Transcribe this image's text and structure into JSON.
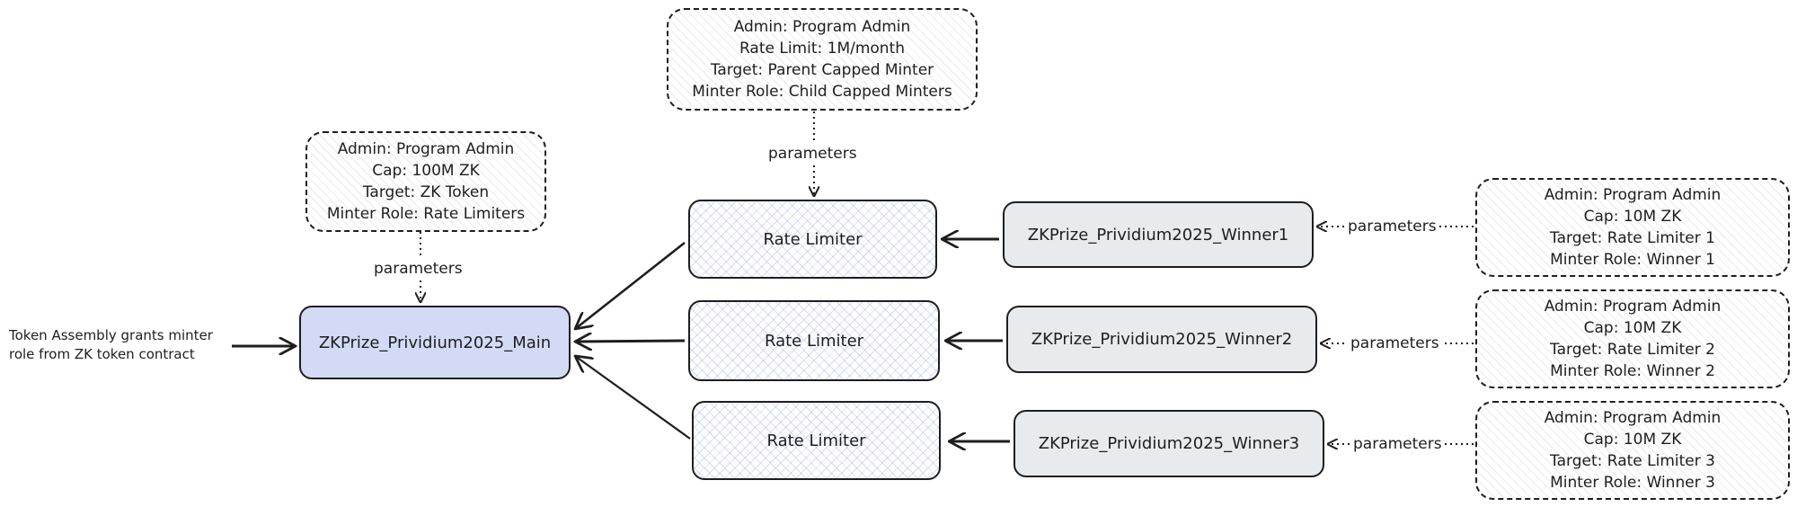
{
  "diagram": {
    "incoming_note": {
      "line1": "Token Assembly grants minter",
      "line2": "role from ZK token contract"
    },
    "main_node": {
      "label": "ZKPrize_Prividium2025_Main"
    },
    "main_params": {
      "connector_label": "parameters",
      "lines": [
        "Admin: Program Admin",
        "Cap: 100M ZK",
        "Target: ZK Token",
        "Minter Role: Rate Limiters"
      ]
    },
    "rate_limiter_params": {
      "connector_label": "parameters",
      "lines": [
        "Admin: Program Admin",
        "Rate Limit: 1M/month",
        "Target: Parent Capped Minter",
        "Minter Role: Child Capped Minters"
      ]
    },
    "rate_limiters": [
      {
        "label": "Rate Limiter"
      },
      {
        "label": "Rate Limiter"
      },
      {
        "label": "Rate Limiter"
      }
    ],
    "winners": [
      {
        "label": "ZKPrize_Prividium2025_Winner1",
        "connector_label": "parameters",
        "params": [
          "Admin: Program Admin",
          "Cap: 10M ZK",
          "Target: Rate Limiter 1",
          "Minter Role: Winner 1"
        ]
      },
      {
        "label": "ZKPrize_Prividium2025_Winner2",
        "connector_label": "parameters",
        "params": [
          "Admin: Program Admin",
          "Cap: 10M ZK",
          "Target: Rate Limiter 2",
          "Minter Role: Winner 2"
        ]
      },
      {
        "label": "ZKPrize_Prividium2025_Winner3",
        "connector_label": "parameters",
        "params": [
          "Admin: Program Admin",
          "Cap: 10M ZK",
          "Target: Rate Limiter 3",
          "Minter Role: Winner 3"
        ]
      }
    ]
  }
}
